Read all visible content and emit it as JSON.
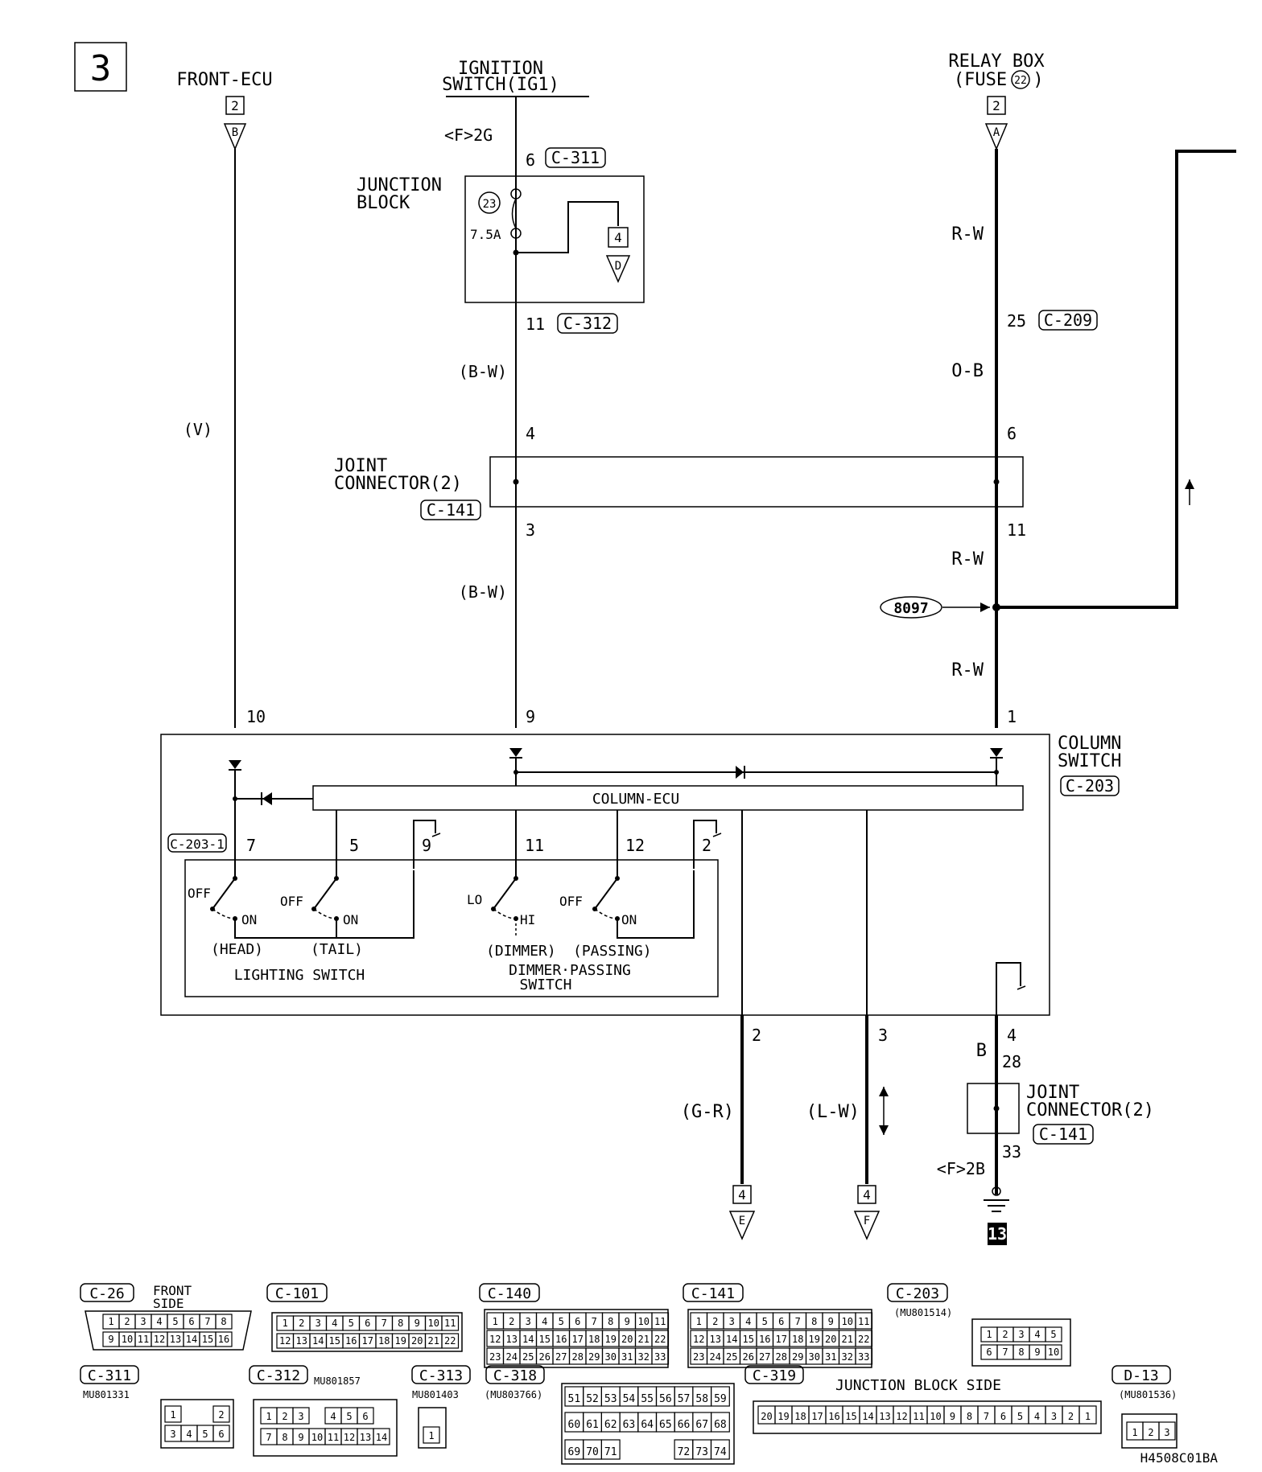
{
  "page_number": "3",
  "diagram_code": "H4508C01BA",
  "sources": {
    "front_ecu": {
      "label": "FRONT-ECU",
      "ref": "2",
      "conn": "B"
    },
    "ignition": {
      "label_1": "IGNITION",
      "label_2": "SWITCH(IG1)",
      "conn": "<F>2G"
    },
    "relay_box": {
      "label_1": "RELAY BOX",
      "label_2": "(FUSE",
      "fuse_no": "22",
      "label_3": ")",
      "ref": "2",
      "conn": "A"
    }
  },
  "junction_block": {
    "label_1": "JUNCTION",
    "label_2": "BLOCK",
    "fuse_no": "23",
    "fuse_rating": "7.5A",
    "in_pin": "6",
    "in_conn": "C-311",
    "out_pin": "11",
    "out_conn": "C-312",
    "ref": "4",
    "ref_conn": "D"
  },
  "wires": {
    "v": "(V)",
    "bw1": "(B-W)",
    "bw2": "(B-W)",
    "rw1": "R-W",
    "ob": "O-B",
    "rw2": "R-W",
    "rw3": "R-W",
    "gr": "(G-R)",
    "lw": "(L-W)",
    "b": "B"
  },
  "relay_pin": "25",
  "relay_conn": "C-209",
  "joint_top": {
    "label_1": "JOINT",
    "label_2": "CONNECTOR(2)",
    "conn": "C-141",
    "pin_in_left": "4",
    "pin_out_left": "3",
    "pin_in_right": "6",
    "pin_out_right": "11"
  },
  "splice": "8097",
  "column": {
    "label_1": "COLUMN",
    "label_2": "SWITCH",
    "conn": "C-203",
    "pin_left": "10",
    "pin_mid": "9",
    "pin_right": "1",
    "ecu_label": "COLUMN-ECU",
    "sub_conn": "C-203-1",
    "sw_pins": [
      "7",
      "5",
      "9",
      "11",
      "12",
      "2"
    ],
    "head": {
      "off": "OFF",
      "on": "ON",
      "name": "(HEAD)"
    },
    "tail": {
      "off": "OFF",
      "on": "ON",
      "name": "(TAIL)"
    },
    "dimmer": {
      "lo": "LO",
      "hi": "HI",
      "name": "(DIMMER)"
    },
    "passing": {
      "off": "OFF",
      "on": "ON",
      "name": "(PASSING)"
    },
    "lighting_label": "LIGHTING SWITCH",
    "dimmer_label_1": "DIMMER·PASSING",
    "dimmer_label_2": "SWITCH",
    "out_pins": [
      "2",
      "3",
      "4"
    ]
  },
  "joint_bottom": {
    "label_1": "JOINT",
    "label_2": "CONNECTOR(2)",
    "conn": "C-141",
    "pin_in": "28",
    "pin_out": "33",
    "ground_conn": "<F>2B",
    "ground_ref": "13"
  },
  "outputs": {
    "e": {
      "ref": "4",
      "conn": "E"
    },
    "f": {
      "ref": "4",
      "conn": "F"
    }
  },
  "legend": {
    "c26": {
      "id": "C-26",
      "desc_1": "FRONT",
      "desc_2": "SIDE",
      "row1": [
        "1",
        "2",
        "3",
        "4",
        "5",
        "6",
        "7",
        "8"
      ],
      "row2": [
        "9",
        "10",
        "11",
        "12",
        "13",
        "14",
        "15",
        "16"
      ]
    },
    "c101": {
      "id": "C-101",
      "row1": [
        "1",
        "2",
        "3",
        "4",
        "5",
        "6",
        "7",
        "8",
        "9",
        "10",
        "11"
      ],
      "row2": [
        "12",
        "13",
        "14",
        "15",
        "16",
        "17",
        "18",
        "19",
        "20",
        "21",
        "22"
      ]
    },
    "c140": {
      "id": "C-140",
      "row1": [
        "1",
        "2",
        "3",
        "4",
        "5",
        "6",
        "7",
        "8",
        "9",
        "10",
        "11"
      ],
      "row2": [
        "12",
        "13",
        "14",
        "15",
        "16",
        "17",
        "18",
        "19",
        "20",
        "21",
        "22"
      ],
      "row3": [
        "23",
        "24",
        "25",
        "26",
        "27",
        "28",
        "29",
        "30",
        "31",
        "32",
        "33"
      ]
    },
    "c141": {
      "id": "C-141",
      "row1": [
        "1",
        "2",
        "3",
        "4",
        "5",
        "6",
        "7",
        "8",
        "9",
        "10",
        "11"
      ],
      "row2": [
        "12",
        "13",
        "14",
        "15",
        "16",
        "17",
        "18",
        "19",
        "20",
        "21",
        "22"
      ],
      "row3": [
        "23",
        "24",
        "25",
        "26",
        "27",
        "28",
        "29",
        "30",
        "31",
        "32",
        "33"
      ]
    },
    "c203": {
      "id": "C-203",
      "part": "(MU801514)",
      "row1": [
        "1",
        "2",
        "3",
        "4",
        "5"
      ],
      "row2": [
        "6",
        "7",
        "8",
        "9",
        "10"
      ]
    },
    "c311": {
      "id": "C-311",
      "part": "MU801331",
      "row1": [
        "1",
        "2"
      ],
      "row2": [
        "3",
        "4",
        "5",
        "6"
      ]
    },
    "c312": {
      "id": "C-312",
      "part": "MU801857",
      "row1": [
        "1",
        "2",
        "3",
        "4",
        "5",
        "6"
      ],
      "row2": [
        "7",
        "8",
        "9",
        "10",
        "11",
        "12",
        "13",
        "14"
      ]
    },
    "c313": {
      "id": "C-313",
      "part": "MU801403",
      "row1": [
        "1"
      ]
    },
    "c318": {
      "id": "C-318",
      "part": "(MU803766)",
      "row1": [
        "51",
        "52",
        "53",
        "54",
        "55",
        "56",
        "57",
        "58",
        "59"
      ],
      "row2": [
        "60",
        "61",
        "62",
        "63",
        "64",
        "65",
        "66",
        "67",
        "68"
      ],
      "row3": [
        "69",
        "70",
        "71",
        "72",
        "73",
        "74"
      ]
    },
    "c319": {
      "id": "C-319",
      "desc": "JUNCTION BLOCK SIDE",
      "row1": [
        "20",
        "19",
        "18",
        "17",
        "16",
        "15",
        "14",
        "13",
        "12",
        "11",
        "10",
        "9",
        "8",
        "7",
        "6",
        "5",
        "4",
        "3",
        "2",
        "1"
      ]
    },
    "d13": {
      "id": "D-13",
      "part": "(MU801536)",
      "row1": [
        "1",
        "2",
        "3"
      ]
    }
  }
}
